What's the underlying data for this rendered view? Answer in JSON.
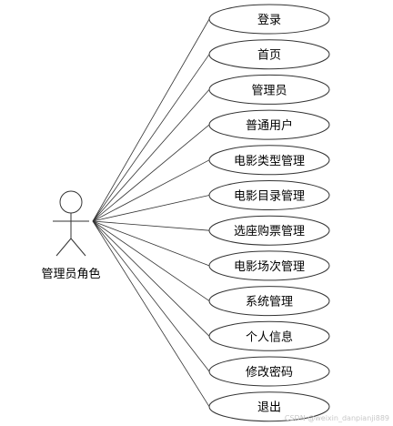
{
  "actor": {
    "label": "管理员角色"
  },
  "use_cases": [
    {
      "label": "登录"
    },
    {
      "label": "首页"
    },
    {
      "label": "管理员"
    },
    {
      "label": "普通用户"
    },
    {
      "label": "电影类型管理"
    },
    {
      "label": "电影目录管理"
    },
    {
      "label": "选座购票管理"
    },
    {
      "label": "电影场次管理"
    },
    {
      "label": "系统管理"
    },
    {
      "label": "个人信息"
    },
    {
      "label": "修改密码"
    },
    {
      "label": "退出"
    }
  ],
  "watermark": "CSDN @weixin_danpianji889",
  "colors": {
    "line": "#333333",
    "ellipse_stroke": "#333333",
    "ellipse_fill": "#ffffff",
    "text": "#000000"
  }
}
